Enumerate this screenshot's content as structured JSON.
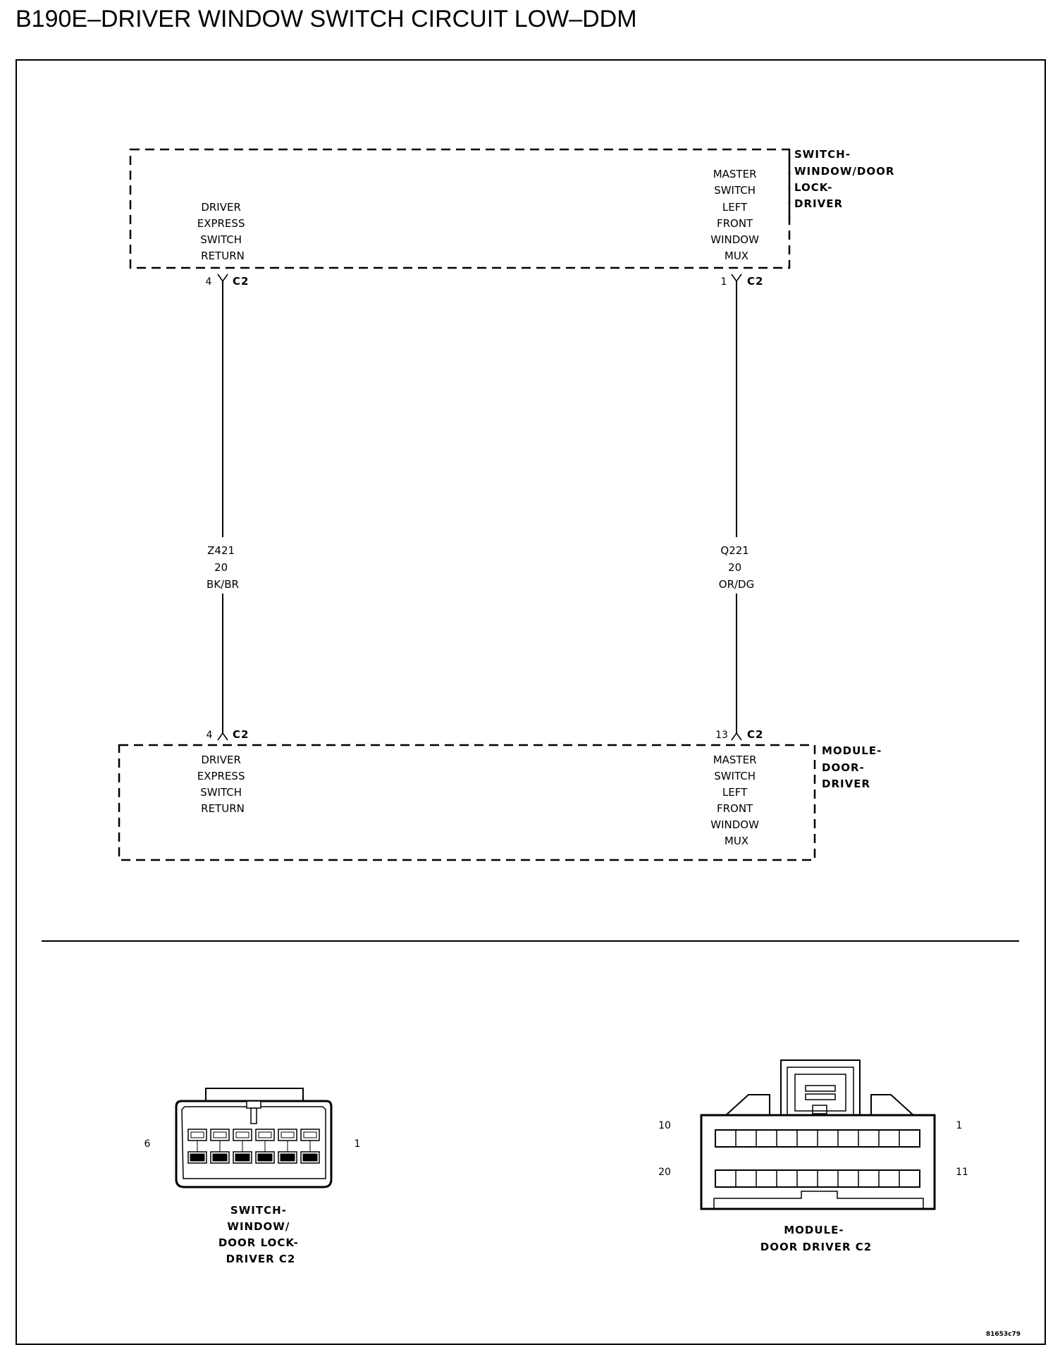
{
  "title": "B190E–DRIVER WINDOW SWITCH CIRCUIT LOW–DDM",
  "components": {
    "switch": {
      "name_lines": [
        "SWITCH-",
        "WINDOW/DOOR",
        "LOCK-",
        "DRIVER"
      ],
      "left_pin": {
        "lines": [
          "DRIVER",
          "EXPRESS",
          "SWITCH",
          "RETURN"
        ],
        "pin": "4",
        "connector": "C2"
      },
      "right_pin": {
        "lines": [
          "MASTER",
          "SWITCH",
          "LEFT",
          "FRONT",
          "WINDOW",
          "MUX"
        ],
        "pin": "1",
        "connector": "C2"
      }
    },
    "module": {
      "name_lines": [
        "MODULE-",
        "DOOR-",
        "DRIVER"
      ],
      "left_pin": {
        "lines": [
          "DRIVER",
          "EXPRESS",
          "SWITCH",
          "RETURN"
        ],
        "pin": "4",
        "connector": "C2"
      },
      "right_pin": {
        "lines": [
          "MASTER",
          "SWITCH",
          "LEFT",
          "FRONT",
          "WINDOW",
          "MUX"
        ],
        "pin": "13",
        "connector": "C2"
      }
    }
  },
  "wires": [
    {
      "lines": [
        "Z421",
        "20",
        "BK/BR"
      ]
    },
    {
      "lines": [
        "Q221",
        "20",
        "OR/DG"
      ]
    }
  ],
  "connector_views": {
    "switch_c2": {
      "caption_lines": [
        "SWITCH-",
        "WINDOW/",
        "DOOR LOCK-",
        "DRIVER C2"
      ],
      "pin_left": "6",
      "pin_right": "1"
    },
    "module_c2": {
      "caption_lines": [
        "MODULE-",
        "DOOR DRIVER C2"
      ],
      "pin_top_left": "10",
      "pin_top_right": "1",
      "pin_bottom_left": "20",
      "pin_bottom_right": "11"
    }
  },
  "figure_code": "81653c79"
}
